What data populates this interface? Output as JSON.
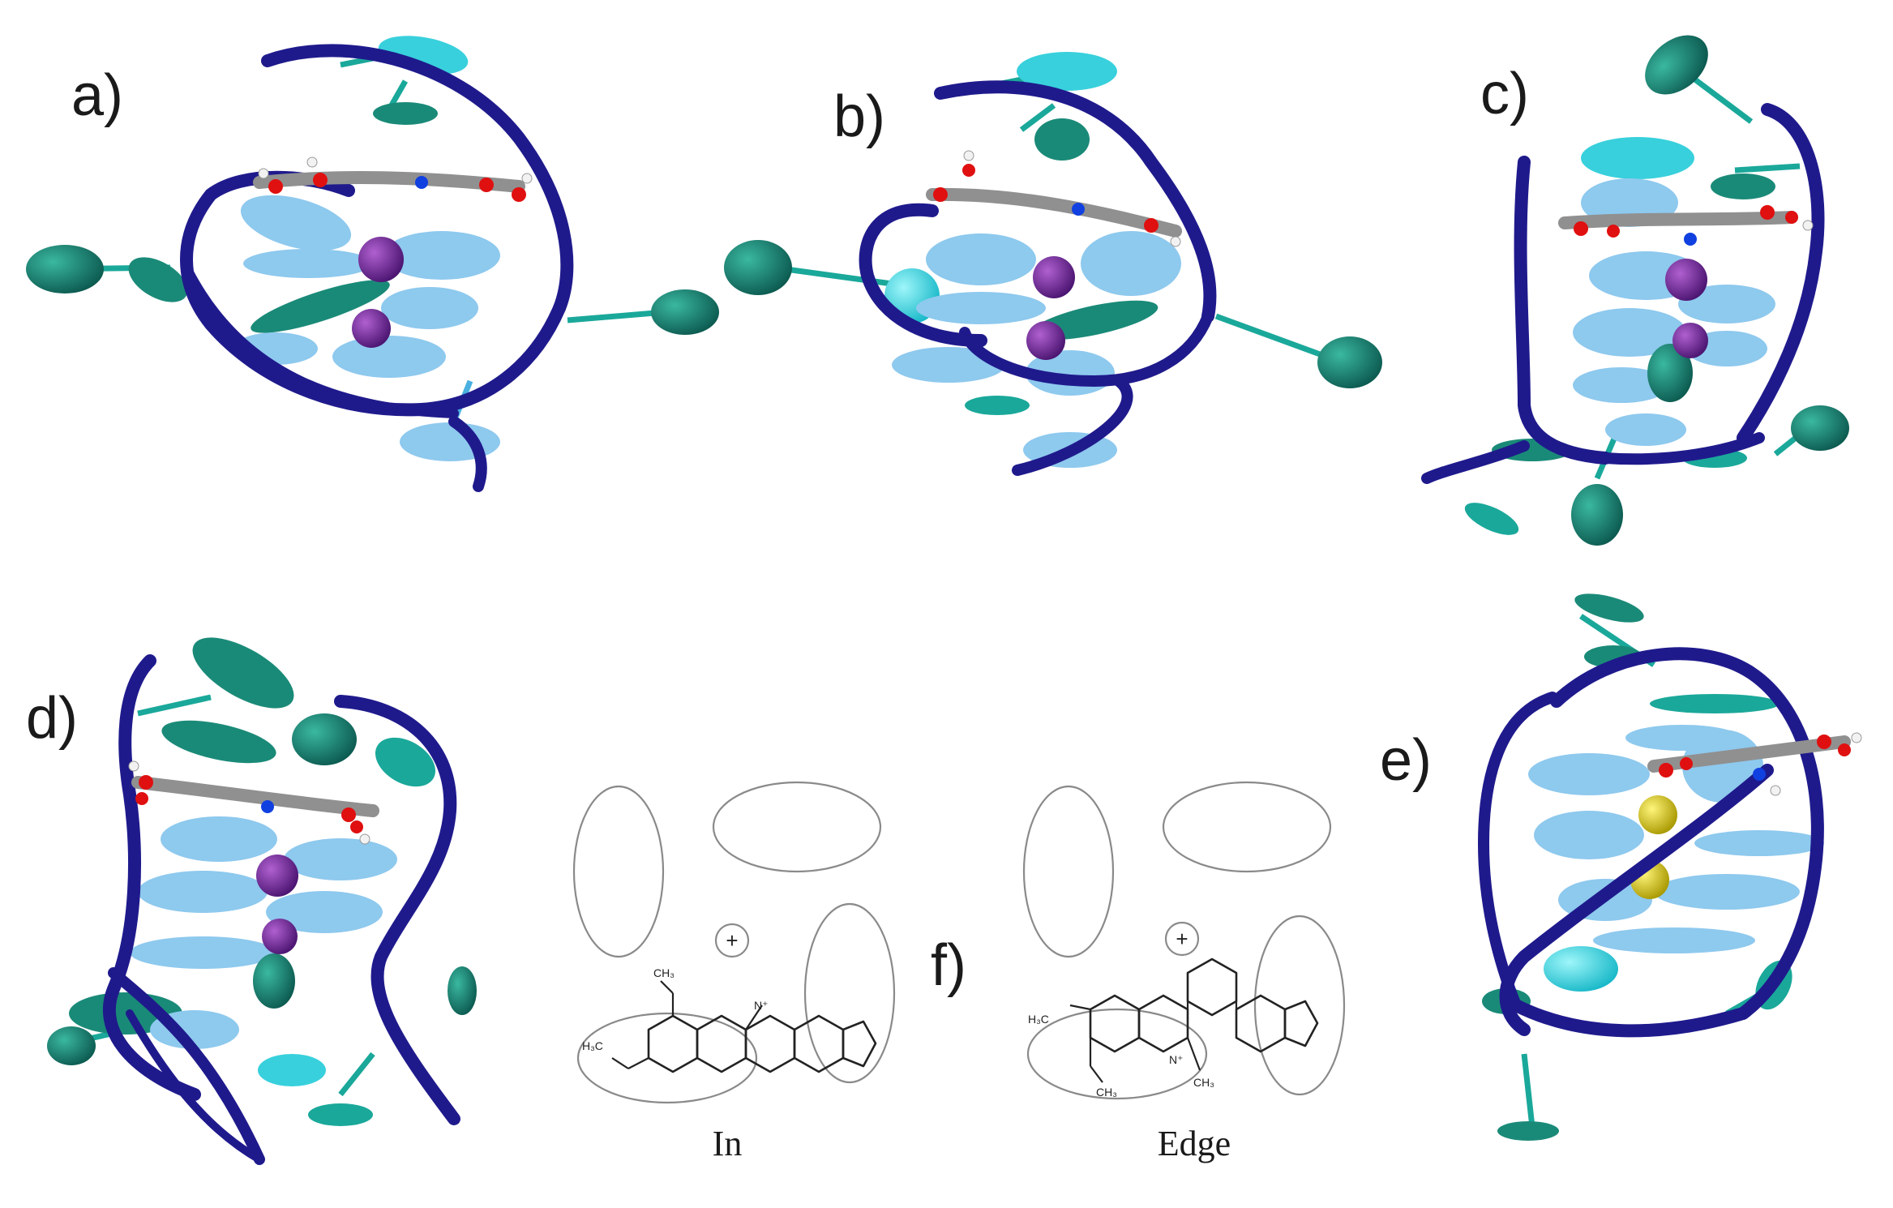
{
  "panels": {
    "a": "a)",
    "b": "b)",
    "c": "c)",
    "d": "d)",
    "e": "e)",
    "f": "f)"
  },
  "schemes": {
    "in_label": "In",
    "edge_label": "Edge",
    "plus": "+",
    "atoms": {
      "methyl": "CH₃",
      "methoxy_in": "H₃C",
      "methoxy_edge": "H₃C",
      "nitrogen_plus": "N⁺"
    }
  },
  "colors": {
    "backbone": "#1f1a8c",
    "base_light": "#8ec9ee",
    "base_teal": "#1a8a78",
    "base_cyan": "#38d0dc",
    "ion_purple": "#6a2a8a",
    "ion_yellow": "#d6c81a",
    "carbon": "#8a8a8a",
    "oxygen": "#e01010",
    "nitrogen": "#1040e0",
    "hydrogen": "#f2f2f2"
  }
}
